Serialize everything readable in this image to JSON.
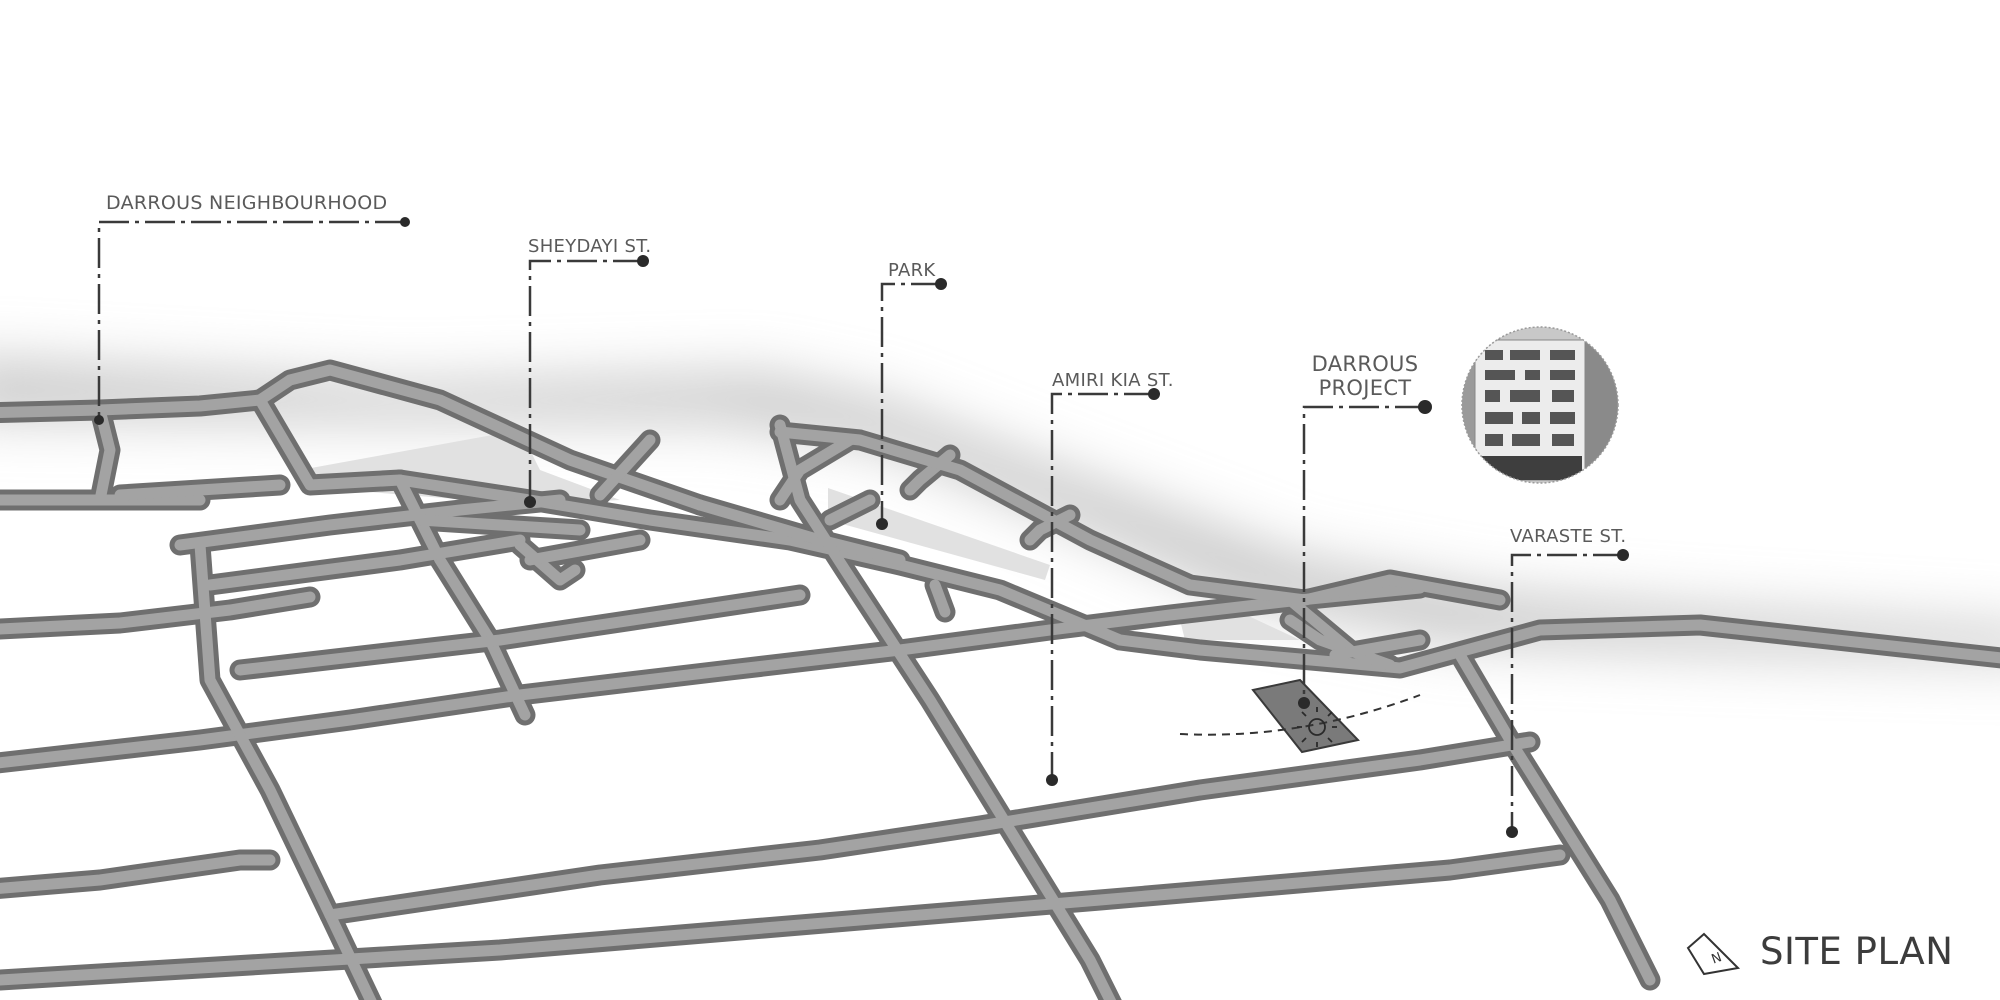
{
  "title": "SITE PLAN",
  "north_label": "N",
  "labels": {
    "neighbourhood": "DARROUS NEIGHBOURHOOD",
    "sheydayi": "SHEYDAYI ST.",
    "park": "PARK",
    "amiri_kia": "AMIRI KIA ST.",
    "project_line1": "DARROUS",
    "project_line2": "PROJECT",
    "varaste": "VARASTE ST."
  },
  "colors": {
    "road_edge": "#6f6f6f",
    "road_fill": "#a3a3a3",
    "project_fill": "#7a7a7a",
    "fog": "#bdbdbd"
  }
}
